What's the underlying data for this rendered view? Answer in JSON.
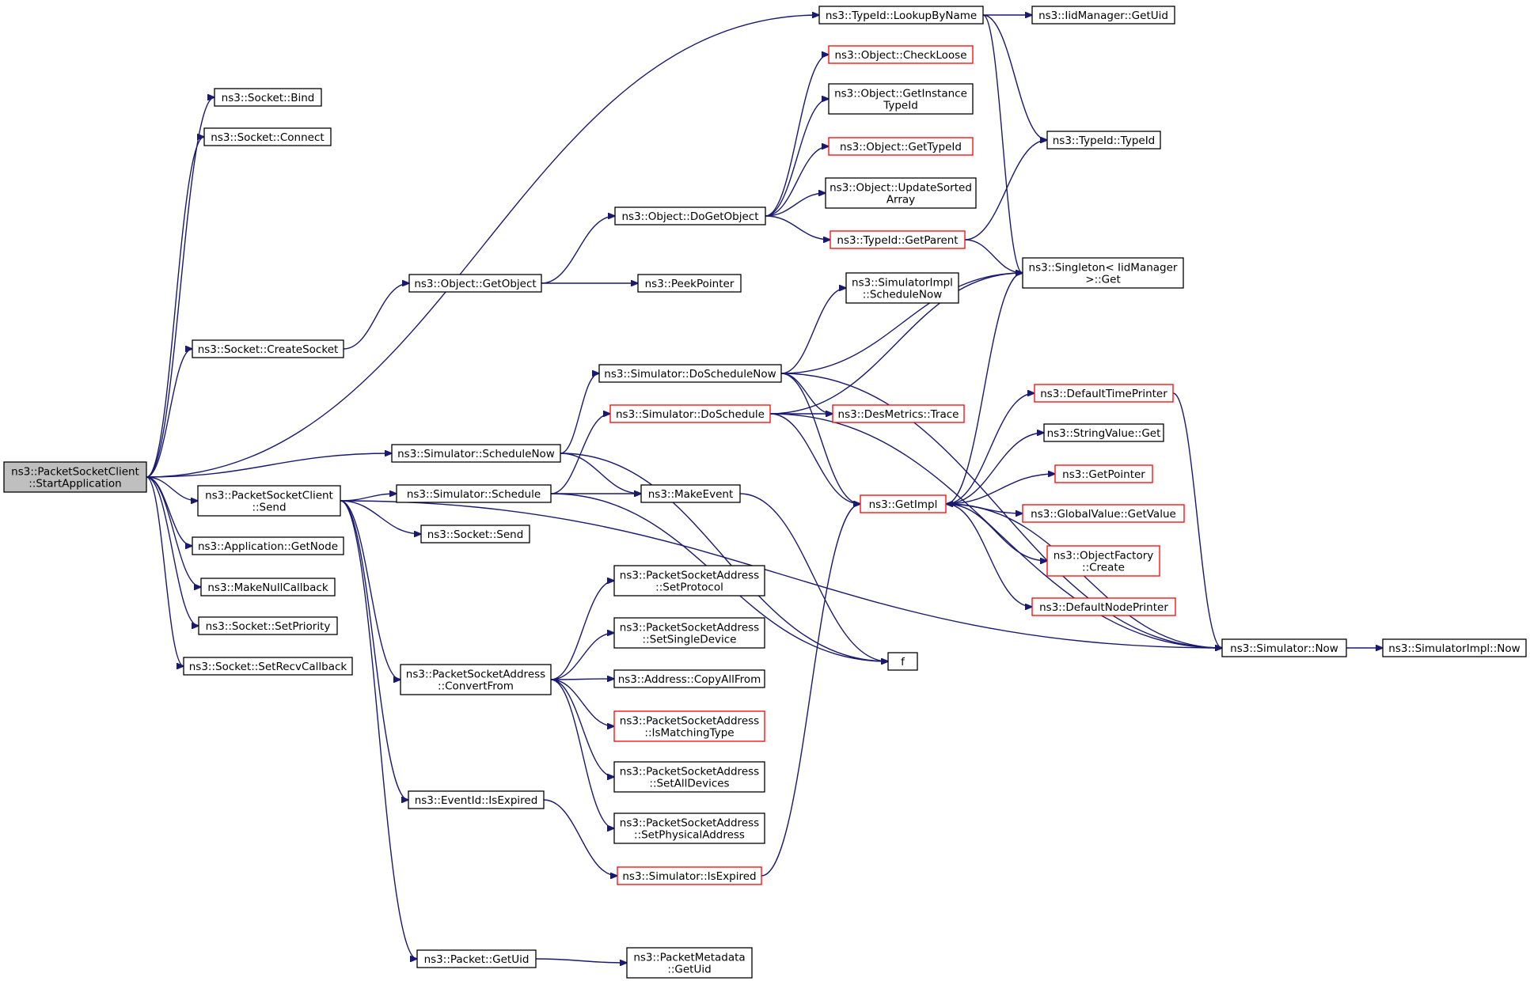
{
  "colors": {
    "edge": "#191970",
    "node_border": "#000000",
    "node_border_red": "#ff0000",
    "root_fill": "#bfbfbf",
    "background": "#ffffff"
  },
  "nodes": [
    {
      "id": "root",
      "lines": [
        "ns3::PacketSocketClient",
        "::StartApplication"
      ],
      "style": "root"
    },
    {
      "id": "socket_bind",
      "lines": [
        "ns3::Socket::Bind"
      ]
    },
    {
      "id": "socket_connect",
      "lines": [
        "ns3::Socket::Connect"
      ]
    },
    {
      "id": "socket_createsocket",
      "lines": [
        "ns3::Socket::CreateSocket"
      ]
    },
    {
      "id": "typeid_lookupbyname",
      "lines": [
        "ns3::TypeId::LookupByName"
      ]
    },
    {
      "id": "iidmanager_getuid",
      "lines": [
        "ns3::IidManager::GetUid"
      ]
    },
    {
      "id": "object_checkloose",
      "lines": [
        "ns3::Object::CheckLoose"
      ],
      "style": "red"
    },
    {
      "id": "object_getinstancetypeid",
      "lines": [
        "ns3::Object::GetInstance",
        "TypeId"
      ]
    },
    {
      "id": "typeid_typeid",
      "lines": [
        "ns3::TypeId::TypeId"
      ]
    },
    {
      "id": "object_gettypeid",
      "lines": [
        "ns3::Object::GetTypeId"
      ],
      "style": "red"
    },
    {
      "id": "object_updatesortedarray",
      "lines": [
        "ns3::Object::UpdateSorted",
        "Array"
      ]
    },
    {
      "id": "object_dogetobject",
      "lines": [
        "ns3::Object::DoGetObject"
      ]
    },
    {
      "id": "typeid_getparent",
      "lines": [
        "ns3::TypeId::GetParent"
      ],
      "style": "red"
    },
    {
      "id": "singleton_get",
      "lines": [
        "ns3::Singleton< IidManager",
        " >::Get"
      ]
    },
    {
      "id": "object_getobject",
      "lines": [
        "ns3::Object::GetObject"
      ]
    },
    {
      "id": "peekpointer",
      "lines": [
        "ns3::PeekPointer"
      ]
    },
    {
      "id": "simimpl_schedulenow",
      "lines": [
        "ns3::SimulatorImpl",
        "::ScheduleNow"
      ]
    },
    {
      "id": "sim_doschedulenow",
      "lines": [
        "ns3::Simulator::DoScheduleNow"
      ]
    },
    {
      "id": "sim_doschedule",
      "lines": [
        "ns3::Simulator::DoSchedule"
      ],
      "style": "red"
    },
    {
      "id": "desmetrics_trace",
      "lines": [
        "ns3::DesMetrics::Trace"
      ],
      "style": "red"
    },
    {
      "id": "defaulttimeprinter",
      "lines": [
        "ns3::DefaultTimePrinter"
      ],
      "style": "red"
    },
    {
      "id": "stringvalue_get",
      "lines": [
        "ns3::StringValue::Get"
      ]
    },
    {
      "id": "sim_schedulenow",
      "lines": [
        "ns3::Simulator::ScheduleNow"
      ]
    },
    {
      "id": "packetsocketclient_send",
      "lines": [
        "ns3::PacketSocketClient",
        "::Send"
      ]
    },
    {
      "id": "sim_schedule",
      "lines": [
        "ns3::Simulator::Schedule"
      ]
    },
    {
      "id": "makeevent",
      "lines": [
        "ns3::MakeEvent"
      ]
    },
    {
      "id": "getimpl",
      "lines": [
        "ns3::GetImpl"
      ],
      "style": "red"
    },
    {
      "id": "getpointer",
      "lines": [
        "ns3::GetPointer"
      ],
      "style": "red"
    },
    {
      "id": "globalvalue_getvalue",
      "lines": [
        "ns3::GlobalValue::GetValue"
      ],
      "style": "red"
    },
    {
      "id": "application_getnode",
      "lines": [
        "ns3::Application::GetNode"
      ]
    },
    {
      "id": "socket_send",
      "lines": [
        "ns3::Socket::Send"
      ]
    },
    {
      "id": "objectfactory_create",
      "lines": [
        "ns3::ObjectFactory",
        "::Create"
      ],
      "style": "red"
    },
    {
      "id": "makenullcallback",
      "lines": [
        "ns3::MakeNullCallback"
      ]
    },
    {
      "id": "psa_setprotocol",
      "lines": [
        "ns3::PacketSocketAddress",
        "::SetProtocol"
      ]
    },
    {
      "id": "defaultnodeprinter",
      "lines": [
        "ns3::DefaultNodePrinter"
      ],
      "style": "red"
    },
    {
      "id": "socket_setpriority",
      "lines": [
        "ns3::Socket::SetPriority"
      ]
    },
    {
      "id": "psa_setsingledevice",
      "lines": [
        "ns3::PacketSocketAddress",
        "::SetSingleDevice"
      ]
    },
    {
      "id": "sim_now",
      "lines": [
        "ns3::Simulator::Now"
      ]
    },
    {
      "id": "simimpl_now",
      "lines": [
        "ns3::SimulatorImpl::Now"
      ]
    },
    {
      "id": "f",
      "lines": [
        "f"
      ]
    },
    {
      "id": "socket_setrecvcallback",
      "lines": [
        "ns3::Socket::SetRecvCallback"
      ]
    },
    {
      "id": "psa_convertfrom",
      "lines": [
        "ns3::PacketSocketAddress",
        "::ConvertFrom"
      ]
    },
    {
      "id": "address_copyallfrom",
      "lines": [
        "ns3::Address::CopyAllFrom"
      ]
    },
    {
      "id": "psa_ismatchingtype",
      "lines": [
        "ns3::PacketSocketAddress",
        "::IsMatchingType"
      ],
      "style": "red"
    },
    {
      "id": "psa_setalldevices",
      "lines": [
        "ns3::PacketSocketAddress",
        "::SetAllDevices"
      ]
    },
    {
      "id": "eventid_isexpired",
      "lines": [
        "ns3::EventId::IsExpired"
      ]
    },
    {
      "id": "psa_setphysicaladdress",
      "lines": [
        "ns3::PacketSocketAddress",
        "::SetPhysicalAddress"
      ]
    },
    {
      "id": "sim_isexpired",
      "lines": [
        "ns3::Simulator::IsExpired"
      ],
      "style": "red"
    },
    {
      "id": "packet_getuid",
      "lines": [
        "ns3::Packet::GetUid"
      ]
    },
    {
      "id": "packetmetadata_getuid",
      "lines": [
        "ns3::PacketMetadata",
        "::GetUid"
      ]
    }
  ],
  "edges": [
    [
      "root",
      "socket_bind"
    ],
    [
      "root",
      "socket_connect"
    ],
    [
      "root",
      "socket_createsocket"
    ],
    [
      "root",
      "typeid_lookupbyname"
    ],
    [
      "root",
      "sim_schedulenow"
    ],
    [
      "root",
      "packetsocketclient_send"
    ],
    [
      "root",
      "application_getnode"
    ],
    [
      "root",
      "makenullcallback"
    ],
    [
      "root",
      "socket_setpriority"
    ],
    [
      "root",
      "socket_setrecvcallback"
    ],
    [
      "socket_createsocket",
      "object_getobject"
    ],
    [
      "object_getobject",
      "object_dogetobject"
    ],
    [
      "object_getobject",
      "peekpointer"
    ],
    [
      "object_dogetobject",
      "object_checkloose"
    ],
    [
      "object_dogetobject",
      "object_getinstancetypeid"
    ],
    [
      "object_dogetobject",
      "object_gettypeid"
    ],
    [
      "object_dogetobject",
      "object_updatesortedarray"
    ],
    [
      "object_dogetobject",
      "typeid_getparent"
    ],
    [
      "typeid_lookupbyname",
      "iidmanager_getuid"
    ],
    [
      "typeid_lookupbyname",
      "typeid_typeid"
    ],
    [
      "typeid_lookupbyname",
      "singleton_get"
    ],
    [
      "typeid_getparent",
      "typeid_typeid"
    ],
    [
      "typeid_getparent",
      "singleton_get"
    ],
    [
      "sim_schedulenow",
      "sim_doschedulenow"
    ],
    [
      "sim_schedulenow",
      "makeevent"
    ],
    [
      "sim_schedulenow",
      "f"
    ],
    [
      "sim_doschedulenow",
      "simimpl_schedulenow"
    ],
    [
      "sim_doschedulenow",
      "singleton_get"
    ],
    [
      "sim_doschedulenow",
      "desmetrics_trace"
    ],
    [
      "sim_doschedulenow",
      "getimpl"
    ],
    [
      "sim_doschedulenow",
      "sim_now"
    ],
    [
      "packetsocketclient_send",
      "sim_schedule"
    ],
    [
      "packetsocketclient_send",
      "socket_send"
    ],
    [
      "packetsocketclient_send",
      "psa_convertfrom"
    ],
    [
      "packetsocketclient_send",
      "eventid_isexpired"
    ],
    [
      "packetsocketclient_send",
      "packet_getuid"
    ],
    [
      "packetsocketclient_send",
      "sim_now"
    ],
    [
      "sim_schedule",
      "sim_doschedule"
    ],
    [
      "sim_schedule",
      "makeevent"
    ],
    [
      "sim_schedule",
      "f"
    ],
    [
      "sim_doschedule",
      "desmetrics_trace"
    ],
    [
      "sim_doschedule",
      "singleton_get"
    ],
    [
      "sim_doschedule",
      "getimpl"
    ],
    [
      "sim_doschedule",
      "sim_now"
    ],
    [
      "makeevent",
      "f"
    ],
    [
      "getimpl",
      "singleton_get"
    ],
    [
      "getimpl",
      "defaulttimeprinter"
    ],
    [
      "getimpl",
      "stringvalue_get"
    ],
    [
      "getimpl",
      "getpointer"
    ],
    [
      "getimpl",
      "globalvalue_getvalue"
    ],
    [
      "getimpl",
      "objectfactory_create"
    ],
    [
      "getimpl",
      "defaultnodeprinter"
    ],
    [
      "defaulttimeprinter",
      "sim_now"
    ],
    [
      "sim_now",
      "getimpl"
    ],
    [
      "sim_now",
      "simimpl_now"
    ],
    [
      "psa_convertfrom",
      "psa_setprotocol"
    ],
    [
      "psa_convertfrom",
      "psa_setsingledevice"
    ],
    [
      "psa_convertfrom",
      "address_copyallfrom"
    ],
    [
      "psa_convertfrom",
      "psa_ismatchingtype"
    ],
    [
      "psa_convertfrom",
      "psa_setalldevices"
    ],
    [
      "psa_convertfrom",
      "psa_setphysicaladdress"
    ],
    [
      "eventid_isexpired",
      "sim_isexpired"
    ],
    [
      "sim_isexpired",
      "getimpl"
    ],
    [
      "packet_getuid",
      "packetmetadata_getuid"
    ]
  ]
}
